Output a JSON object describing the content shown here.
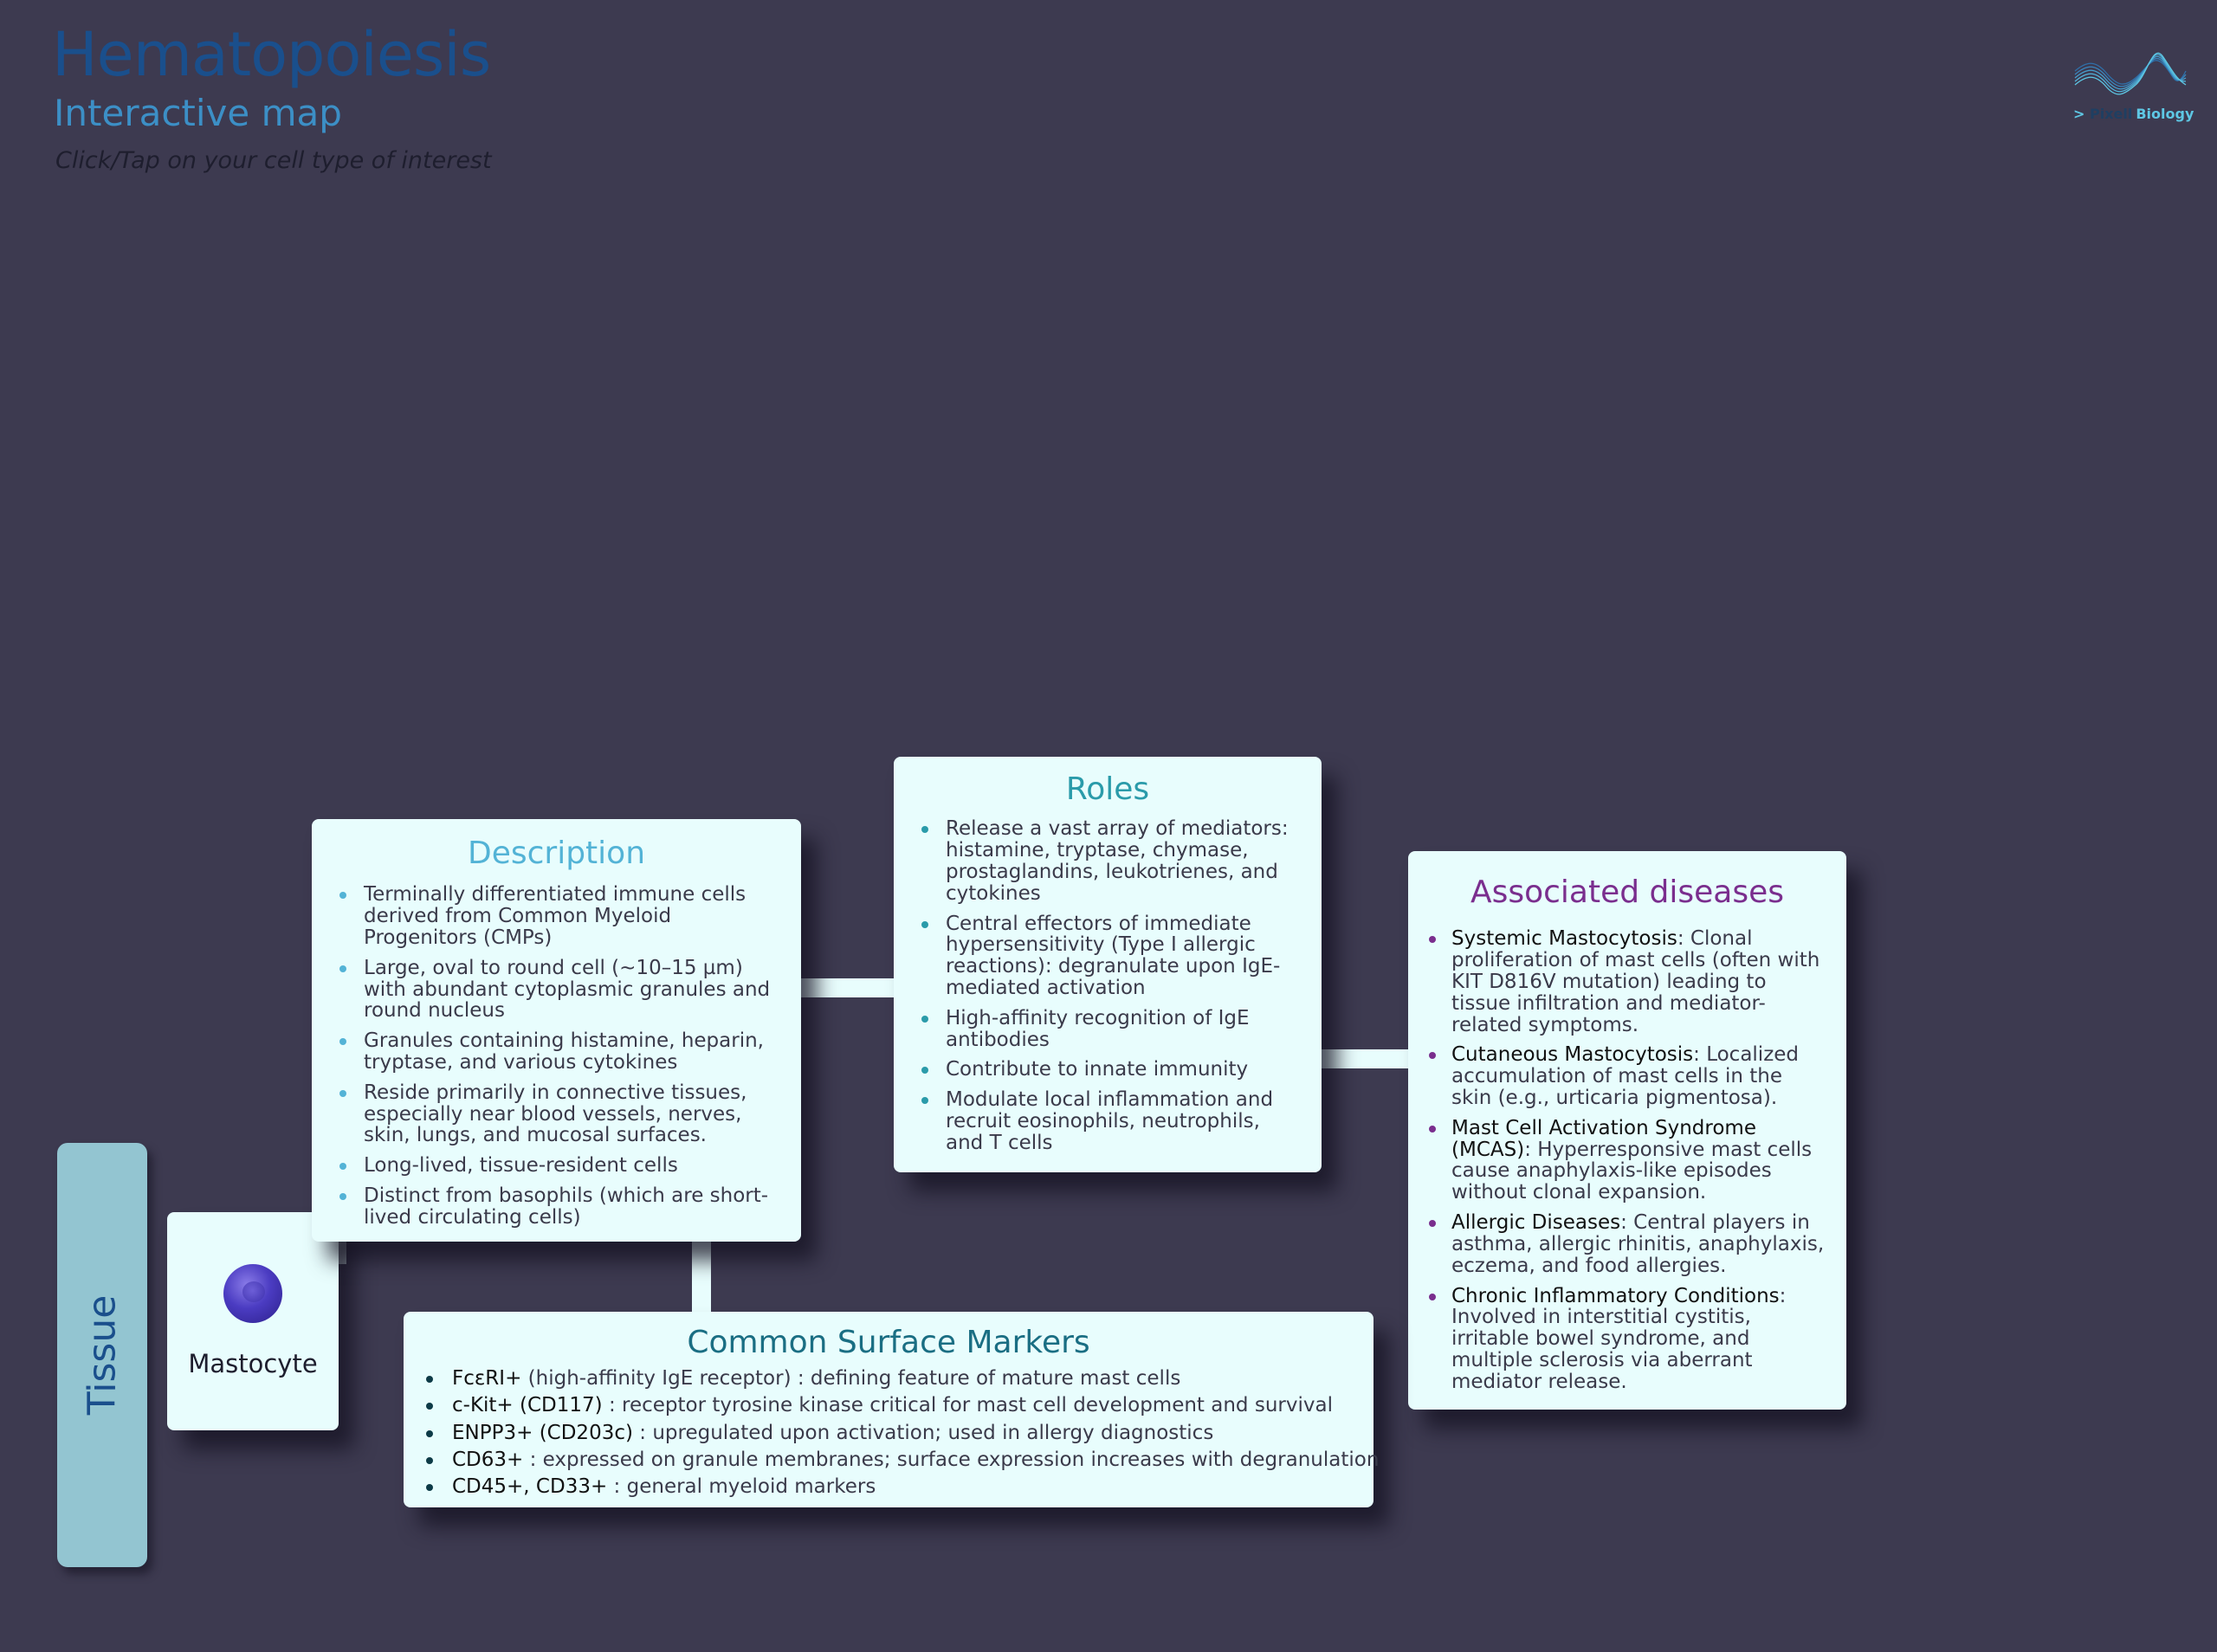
{
  "header": {
    "title": "Hematopoiesis",
    "subtitle": "Interactive map",
    "hint": "Click/Tap on your cell type of interest"
  },
  "logo": {
    "prefix": "> ",
    "brand_part1": "Pixell",
    "brand_part2": "Biology"
  },
  "tissue_label": "Tissue",
  "cell": {
    "label": "Mastocyte",
    "icon": "mast-cell-icon"
  },
  "description": {
    "title": "Description",
    "items": [
      "Terminally differentiated immune cells derived from Common Myeloid Progenitors (CMPs)",
      "Large, oval to round cell (~10–15 µm) with abundant cytoplasmic granules and round nucleus",
      "Granules containing histamine, heparin, tryptase, and various cytokines",
      "Reside primarily in connective tissues, especially near blood vessels, nerves, skin, lungs, and mucosal surfaces.",
      "Long-lived, tissue-resident cells",
      "Distinct from basophils (which are short-lived circulating cells)"
    ]
  },
  "roles": {
    "title": "Roles",
    "items": [
      "Release a vast array of mediators: histamine, tryptase, chymase, prostaglandins, leukotrienes, and cytokines",
      "Central effectors of immediate hypersensitivity (Type I allergic reactions): degranulate upon IgE-mediated activation",
      "High-affinity recognition of IgE antibodies",
      "Contribute to innate immunity",
      "Modulate local inflammation and recruit eosinophils, neutrophils, and T cells"
    ]
  },
  "diseases": {
    "title": "Associated diseases",
    "items": [
      {
        "name": "Systemic Mastocytosis",
        "text": ": Clonal proliferation of mast cells (often with KIT D816V mutation) leading to tissue infiltration and mediator-related symptoms."
      },
      {
        "name": "Cutaneous Mastocytosis",
        "text": ": Localized accumulation of mast cells in the skin (e.g., urticaria pigmentosa)."
      },
      {
        "name": "Mast Cell Activation Syndrome (MCAS)",
        "text": ": Hyperresponsive mast cells cause anaphylaxis-like episodes without clonal expansion."
      },
      {
        "name": "Allergic Diseases",
        "text": ": Central players in asthma, allergic rhinitis, anaphylaxis, eczema, and food allergies."
      },
      {
        "name": "Chronic Inflammatory Conditions",
        "text": ": Involved in interstitial cystitis, irritable bowel syndrome, and multiple sclerosis via aberrant mediator release."
      }
    ]
  },
  "markers": {
    "title": "Common Surface Markers",
    "items": [
      {
        "name": "FcεRI+",
        "text": " (high-affinity IgE receptor) : defining feature of mature mast cells"
      },
      {
        "name": "c-Kit+ (CD117)",
        "text": " : receptor tyrosine kinase critical for mast cell development and survival"
      },
      {
        "name": "ENPP3+ (CD203c)",
        "text": " : upregulated upon activation; used in allergy diagnostics"
      },
      {
        "name": "CD63+",
        "text": " : expressed on granule membranes; surface expression increases with degranulation"
      },
      {
        "name": "CD45+, CD33+",
        "text": "  : general myeloid markers"
      }
    ]
  },
  "colors": {
    "background": "#3d3a50",
    "card": "#e8fdfd",
    "title": "#1a4f8c",
    "subtitle": "#3c8fc6",
    "description_accent": "#53b3d6",
    "roles_accent": "#2a9baa",
    "disease_accent": "#7a2e8e",
    "markers_accent": "#1a6e83",
    "tissue": "#93c5d1"
  }
}
